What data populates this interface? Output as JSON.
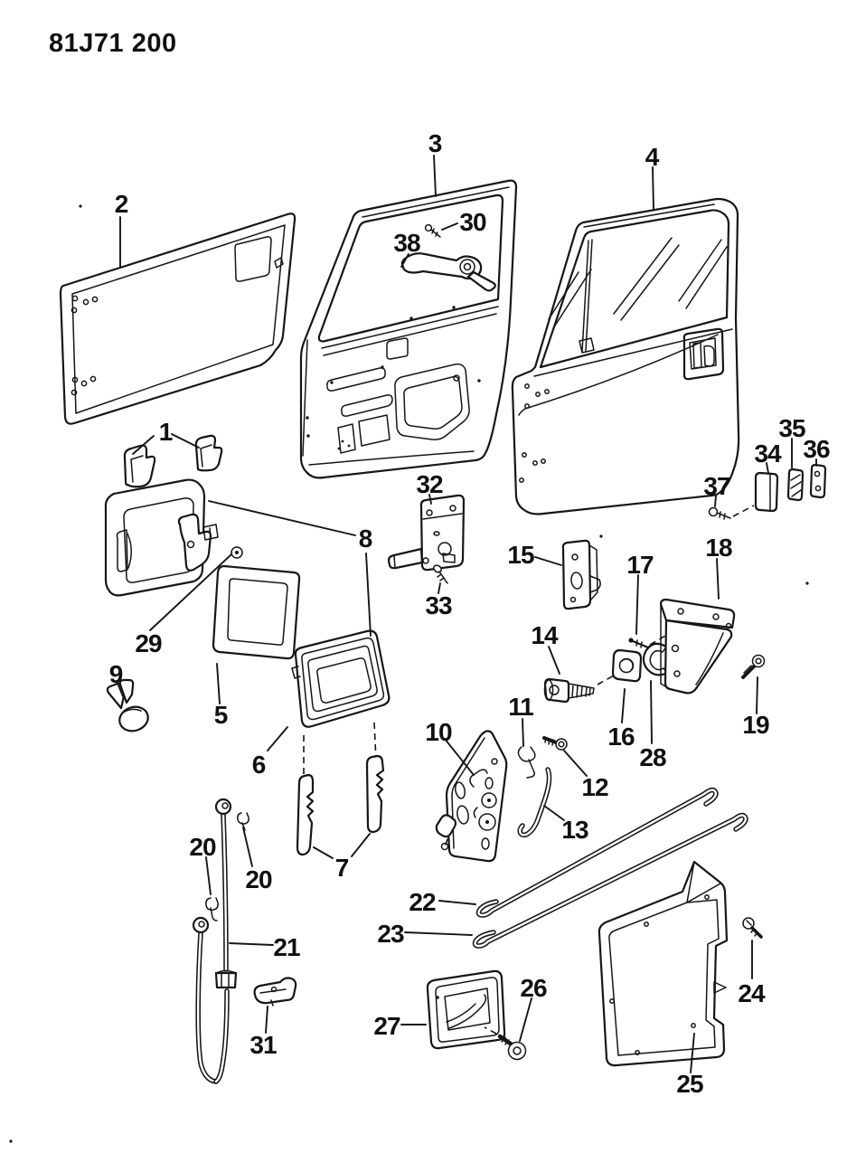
{
  "page": {
    "part_code": "81J71 200",
    "background_color": "#ffffff",
    "line_color": "#161616"
  },
  "callouts": {
    "c1": "1",
    "c2": "2",
    "c3": "3",
    "c4": "4",
    "c5": "5",
    "c6": "6",
    "c7": "7",
    "c8": "8",
    "c9": "9",
    "c10": "10",
    "c11": "11",
    "c12": "12",
    "c13": "13",
    "c14": "14",
    "c15": "15",
    "c16": "16",
    "c17": "17",
    "c18": "18",
    "c19": "19",
    "c20a": "20",
    "c20b": "20",
    "c21": "21",
    "c22": "22",
    "c23": "23",
    "c24": "24",
    "c25": "25",
    "c26": "26",
    "c27": "27",
    "c28": "28",
    "c29": "29",
    "c30": "30",
    "c31": "31",
    "c32": "32",
    "c33": "33",
    "c34": "34",
    "c35": "35",
    "c36": "36",
    "c37": "37",
    "c38": "38"
  }
}
